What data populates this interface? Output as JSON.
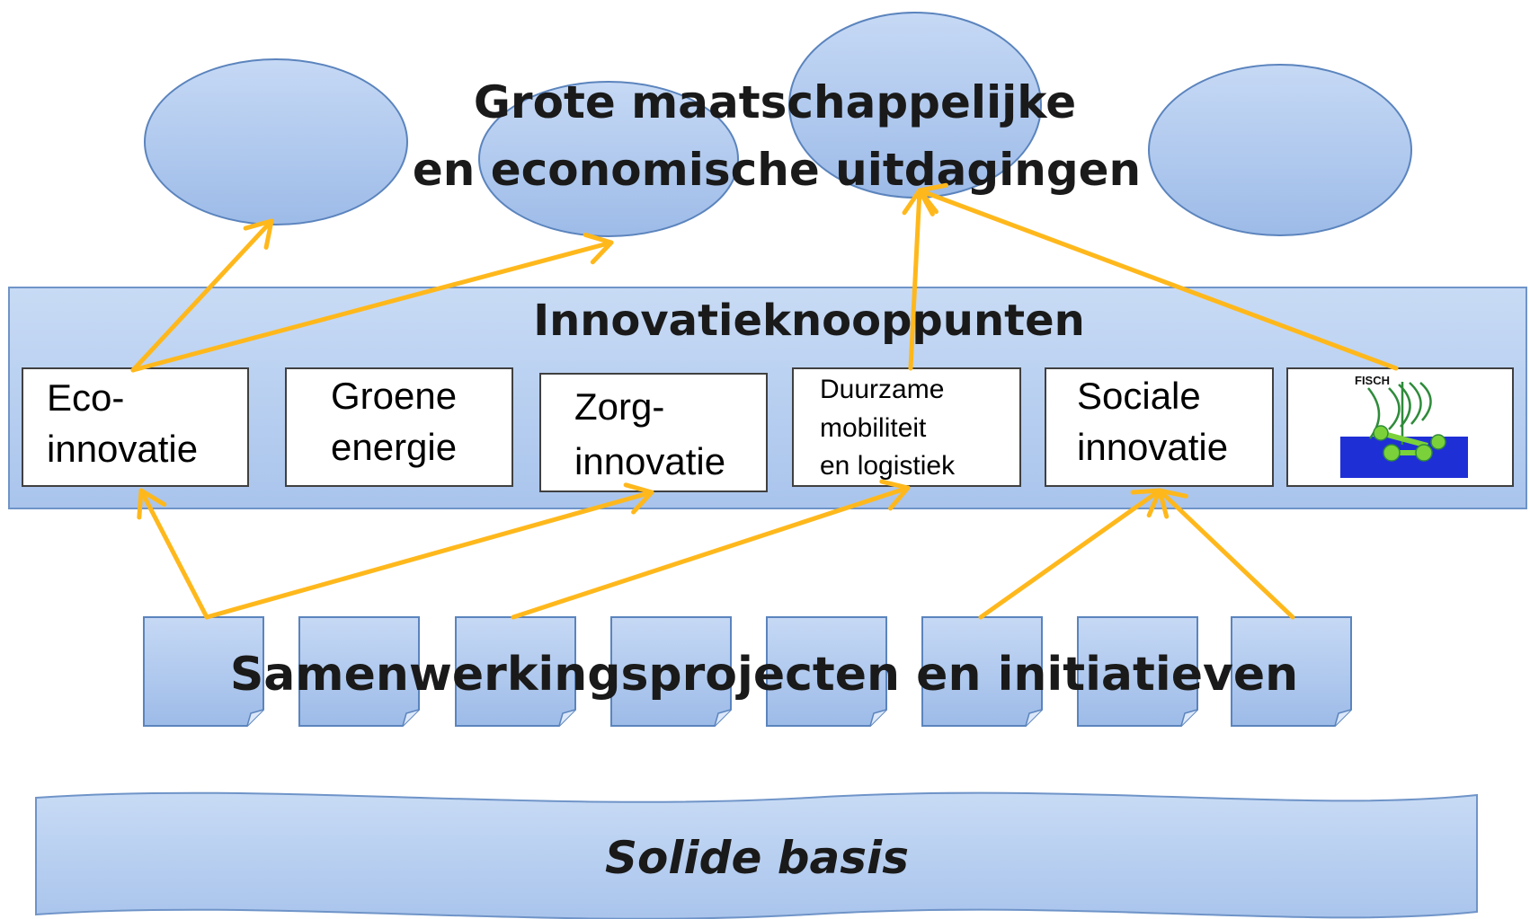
{
  "challenges": {
    "title_line1": "Grote maatschappelijke",
    "title_line2": "en economische uitdagingen"
  },
  "nodes": {
    "title": "Innovatieknooppunten",
    "eco": {
      "line1": "Eco-",
      "line2": "innovatie"
    },
    "groen": {
      "line1": "Groene",
      "line2": "energie"
    },
    "zorg": {
      "line1": "Zorg-",
      "line2": "innovatie"
    },
    "duurzaam": {
      "line1": "Duurzame",
      "line2": "mobiliteit",
      "line3": "en logistiek"
    },
    "sociaal": {
      "line1": "Sociale",
      "line2": "innovatie"
    },
    "fisch": {
      "logo_text": "FISCH"
    }
  },
  "projects": {
    "title": "Samenwerkingsprojecten en initiatieven"
  },
  "base": {
    "title": "Solide basis"
  },
  "colors": {
    "shape_fill": "#b3ccf0",
    "shape_stroke": "#5b84bd",
    "arrow": "#ffb81c",
    "logo_water": "#1f2fd6",
    "logo_green": "#7bd13a",
    "logo_line": "#2e8b3a"
  }
}
